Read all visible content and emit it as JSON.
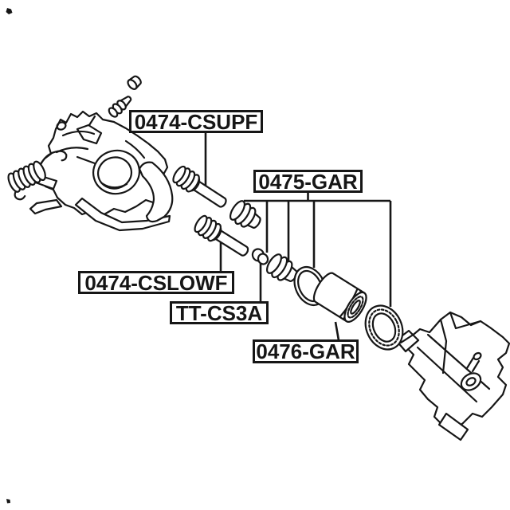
{
  "canvas": {
    "background": "#ffffff",
    "ink": "#161616"
  },
  "callouts": [
    {
      "label": "0474-CSUPF",
      "part": "upper-slide-pin"
    },
    {
      "label": "0475-GAR",
      "part": "caliper-repair-kit-boots-and-seals"
    },
    {
      "label": "0474-CSLOWF",
      "part": "lower-slide-pin"
    },
    {
      "label": "TT-CS3A",
      "part": "slide-pin-bushing"
    },
    {
      "label": "0476-GAR",
      "part": "brake-caliper-piston"
    }
  ],
  "parts_depicted": [
    "brake-caliper-body",
    "return-spring",
    "bleeder-screw",
    "bleeder-cap",
    "upper-slide-pin",
    "upper-pin-boot",
    "lower-slide-pin",
    "slide-pin-bushing",
    "lower-pin-boot",
    "piston-seal-ring",
    "brake-caliper-piston",
    "dust-seal-ring",
    "caliper-mounting-bracket"
  ]
}
